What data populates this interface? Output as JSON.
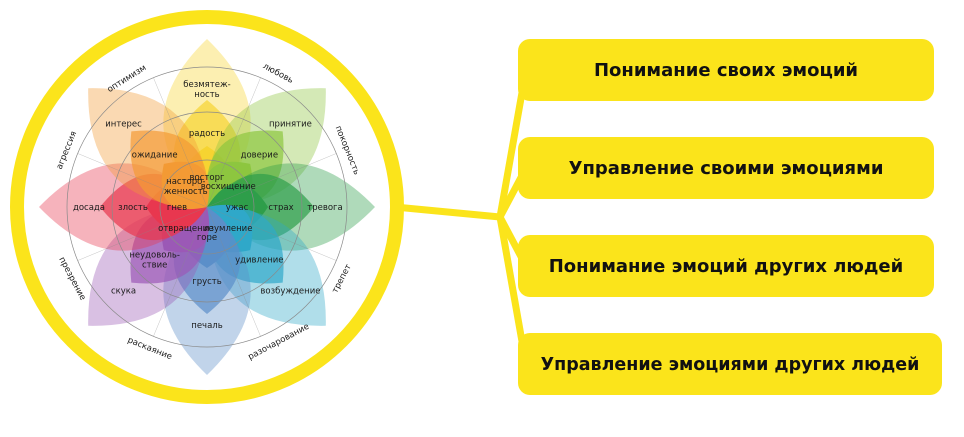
{
  "colors": {
    "frame": "#fbe41b",
    "box_fill": "#fbe41b",
    "box_text": "#111111",
    "grid": "#8a8a8a"
  },
  "wheel": {
    "petals": [
      {
        "id": "joy",
        "dir": "up",
        "color": "#f6d431",
        "outer": "безмятеж-\nность",
        "middle": "радость",
        "inner": "восторг"
      },
      {
        "id": "trust",
        "dir": "up-right",
        "color": "#8dc63f",
        "outer": "принятие",
        "middle": "доверие",
        "inner": "восхищение"
      },
      {
        "id": "fear",
        "dir": "right",
        "color": "#2e9e4a",
        "outer": "тревога",
        "middle": "страх",
        "inner": "ужас"
      },
      {
        "id": "surprise",
        "dir": "down-right",
        "color": "#2fa8c9",
        "outer": "возбуждение",
        "middle": "удивление",
        "inner": "изумление"
      },
      {
        "id": "sadness",
        "dir": "down",
        "color": "#5b8fc9",
        "outer": "печаль",
        "middle": "грусть",
        "inner": "горе"
      },
      {
        "id": "disgust",
        "dir": "down-left",
        "color": "#9b59b6",
        "outer": "скука",
        "middle": "неудоволь-\nствие",
        "inner": "отвращение"
      },
      {
        "id": "anger",
        "dir": "left",
        "color": "#e8374f",
        "outer": "досада",
        "middle": "злость",
        "inner": "гнев"
      },
      {
        "id": "anticipation",
        "dir": "up-left",
        "color": "#f39a34",
        "outer": "интерес",
        "middle": "ожидание",
        "inner": "насторо-\nженность"
      }
    ],
    "between": [
      {
        "dir": "up-right-between",
        "text": "любовь"
      },
      {
        "dir": "right-up-between",
        "text": "покорность"
      },
      {
        "dir": "right-down-between",
        "text": "трепет"
      },
      {
        "dir": "down-right-between",
        "text": "разочарование"
      },
      {
        "dir": "down-left-between",
        "text": "раскаяние"
      },
      {
        "dir": "left-down-between",
        "text": "презрение"
      },
      {
        "dir": "left-up-between",
        "text": "агрессия"
      },
      {
        "dir": "up-left-between",
        "text": "оптимизм"
      }
    ]
  },
  "boxes": [
    {
      "id": "box1",
      "text": "Понимание своих эмоций"
    },
    {
      "id": "box2",
      "text": "Управление своими эмоциями"
    },
    {
      "id": "box3",
      "text": "Понимание эмоций других людей"
    },
    {
      "id": "box4",
      "text": "Управление эмоциями других людей"
    }
  ]
}
